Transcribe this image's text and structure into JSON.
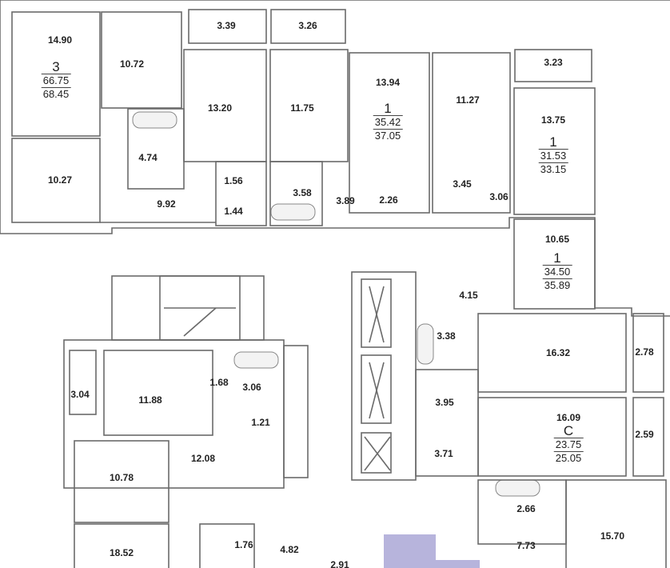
{
  "title": "Floor plan",
  "accent_color": "#b7b4dc",
  "rooms": [
    "14.90",
    "10.72",
    "10.27",
    "4.74",
    "9.92",
    "3.39",
    "3.26",
    "13.20",
    "11.75",
    "1.56",
    "3.58",
    "1.44",
    "3.89",
    "13.94",
    "2.26",
    "11.27",
    "3.45",
    "3.06",
    "3.23",
    "13.75",
    "10.65",
    "4.15",
    "3.38",
    "16.32",
    "2.78",
    "3.95",
    "16.09",
    "2.59",
    "3.71",
    "2.66",
    "7.73",
    "15.70",
    "3.04",
    "11.88",
    "1.68",
    "3.06",
    "1.21",
    "12.08",
    "10.78",
    "18.52",
    "1.76",
    "4.82",
    "2.91"
  ],
  "apartments": [
    {
      "rooms": "3",
      "living": "66.75",
      "total": "68.45"
    },
    {
      "rooms": "1",
      "living": "35.42",
      "total": "37.05"
    },
    {
      "rooms": "1",
      "living": "31.53",
      "total": "33.15"
    },
    {
      "rooms": "1",
      "living": "34.50",
      "total": "35.89"
    },
    {
      "rooms": "C",
      "living": "23.75",
      "total": "25.05"
    }
  ]
}
